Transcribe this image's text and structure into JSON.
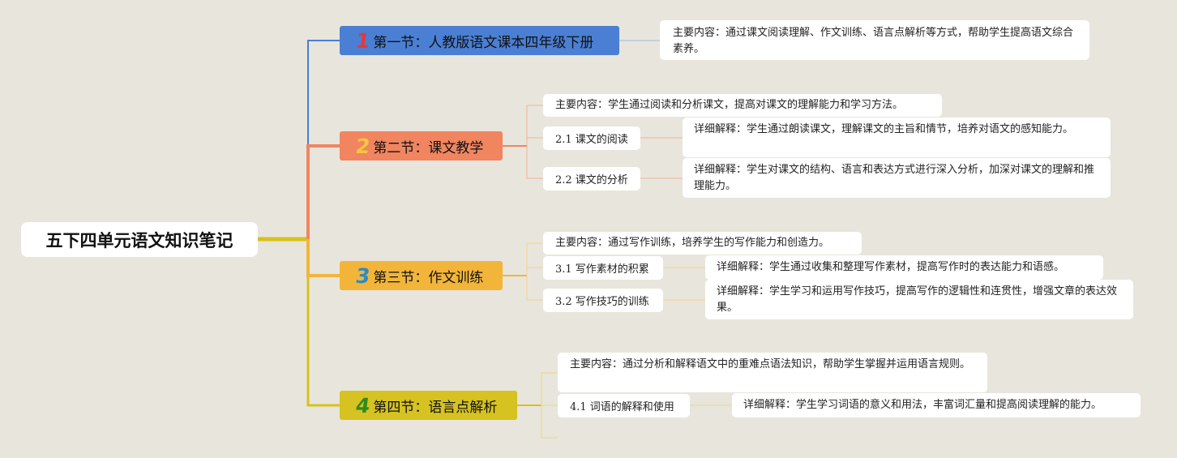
{
  "root": {
    "title": "五下四单元语文知识笔记"
  },
  "colors": {
    "s1": "#4a7fd4",
    "s2": "#f08560",
    "s3": "#f2b53a",
    "s4": "#d6c220",
    "s1_num": "#e23a3a",
    "s2_num": "#f7c53f",
    "s3_num": "#2b8bc8",
    "s4_num": "#2e8b1e"
  },
  "sections": [
    {
      "num": "1",
      "label": "第一节：人教版语文课本四年级下册",
      "summary": "主要内容：通过课文阅读理解、作文训练、语言点解析等方式，帮助学生提高语文综合素养。",
      "subs": []
    },
    {
      "num": "2",
      "label": "第二节：课文教学",
      "summary": "主要内容：学生通过阅读和分析课文，提高对课文的理解能力和学习方法。",
      "subs": [
        {
          "label": "2.1 课文的阅读",
          "detail": "详细解释：学生通过朗读课文，理解课文的主旨和情节，培养对语文的感知能力。"
        },
        {
          "label": "2.2 课文的分析",
          "detail": "详细解释：学生对课文的结构、语言和表达方式进行深入分析，加深对课文的理解和推理能力。"
        }
      ]
    },
    {
      "num": "3",
      "label": "第三节：作文训练",
      "summary": "主要内容：通过写作训练，培养学生的写作能力和创造力。",
      "subs": [
        {
          "label": "3.1 写作素材的积累",
          "detail": "详细解释：学生通过收集和整理写作素材，提高写作时的表达能力和语感。"
        },
        {
          "label": "3.2 写作技巧的训练",
          "detail": "详细解释：学生学习和运用写作技巧，提高写作的逻辑性和连贯性，增强文章的表达效果。"
        }
      ]
    },
    {
      "num": "4",
      "label": "第四节：语言点解析",
      "summary": "主要内容：通过分析和解释语文中的重难点语法知识，帮助学生掌握并运用语言规则。",
      "subs": [
        {
          "label": "4.1 词语的解释和使用",
          "detail": "详细解释：学生学习词语的意义和用法，丰富词汇量和提高阅读理解的能力。"
        }
      ]
    }
  ]
}
